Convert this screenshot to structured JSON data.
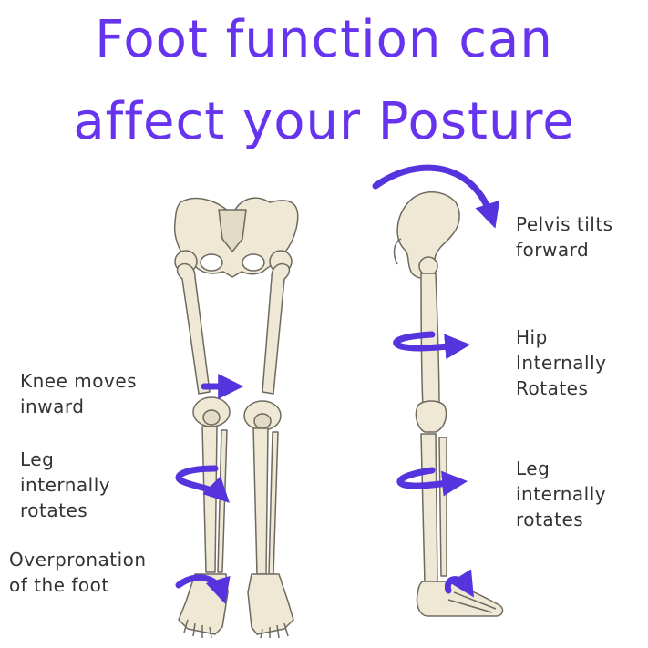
{
  "title": {
    "line1": "Foot function can",
    "line2": "affect your Posture"
  },
  "labels": {
    "knee": "Knee moves\ninward",
    "leg_left": "Leg\ninternally\nrotates",
    "foot": "Overpronation\nof the foot",
    "pelvis": "Pelvis tilts\nforward",
    "hip": "Hip\nInternally\nRotates",
    "leg_right": "Leg\ninternally\nrotates"
  },
  "colors": {
    "title": "#6633ee",
    "arrow": "#5533dd",
    "bone": "#eee8d4",
    "bone_outline": "#6e6a60",
    "label": "#333333"
  }
}
